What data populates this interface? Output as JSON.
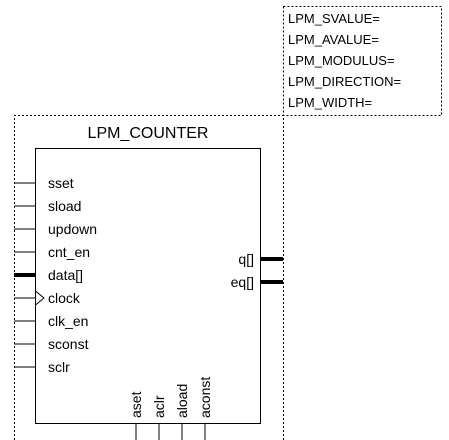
{
  "diagram": {
    "title": "LPM_COUNTER",
    "parameters": [
      "LPM_SVALUE=",
      "LPM_AVALUE=",
      "LPM_MODULUS=",
      "LPM_DIRECTION=",
      "LPM_WIDTH="
    ],
    "left_ports": [
      {
        "label": "sset",
        "bus": false,
        "clock": false
      },
      {
        "label": "sload",
        "bus": false,
        "clock": false
      },
      {
        "label": "updown",
        "bus": false,
        "clock": false
      },
      {
        "label": "cnt_en",
        "bus": false,
        "clock": false
      },
      {
        "label": "data[]",
        "bus": true,
        "clock": false
      },
      {
        "label": "clock",
        "bus": false,
        "clock": true
      },
      {
        "label": "clk_en",
        "bus": false,
        "clock": false
      },
      {
        "label": "sconst",
        "bus": false,
        "clock": false
      },
      {
        "label": "sclr",
        "bus": false,
        "clock": false
      }
    ],
    "right_ports": [
      {
        "label": "q[]",
        "bus": true
      },
      {
        "label": "eq[]",
        "bus": true
      }
    ],
    "bottom_ports": [
      {
        "label": "aset"
      },
      {
        "label": "aclr"
      },
      {
        "label": "aload"
      },
      {
        "label": "aconst"
      }
    ]
  }
}
